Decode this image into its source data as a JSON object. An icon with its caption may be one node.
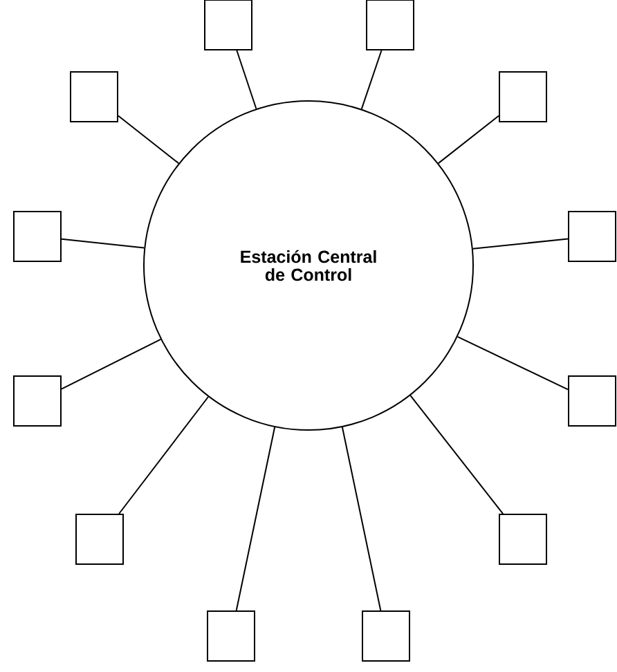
{
  "diagram": {
    "nodes": [
      {
        "text": [
          "Estación Central de Control"
        ]
      },
      {
        "text": [],
        "shape": "box"
      },
      {
        "text": [],
        "shape": "box"
      },
      {
        "text": [],
        "shape": "box"
      },
      {
        "text": [],
        "shape": "box"
      },
      {
        "text": [],
        "shape": "box"
      },
      {
        "text": [],
        "shape": "box"
      },
      {
        "text": [],
        "shape": "box"
      },
      {
        "text": [],
        "shape": "box"
      },
      {
        "text": [],
        "shape": "box"
      },
      {
        "text": [],
        "shape": "box"
      },
      {
        "text": [],
        "shape": "box"
      },
      {
        "text": [],
        "shape": "box"
      }
    ],
    "edges": [
      {
        "from": 0,
        "to": 1,
        "arrow": "none"
      },
      {
        "from": 0,
        "to": 2,
        "arrow": "none"
      },
      {
        "from": 0,
        "to": 3,
        "arrow": "none"
      },
      {
        "from": 0,
        "to": 4,
        "arrow": "none"
      },
      {
        "from": 0,
        "to": 5,
        "arrow": "none"
      },
      {
        "from": 0,
        "to": 6,
        "arrow": "none"
      },
      {
        "from": 0,
        "to": 7,
        "arrow": "none"
      },
      {
        "from": 0,
        "to": 8,
        "arrow": "none"
      },
      {
        "from": 0,
        "to": 9,
        "arrow": "none"
      },
      {
        "from": 0,
        "to": 10,
        "arrow": "none"
      },
      {
        "from": 0,
        "to": 11,
        "arrow": "none"
      },
      {
        "from": 0,
        "to": 12,
        "arrow": "none"
      }
    ]
  }
}
